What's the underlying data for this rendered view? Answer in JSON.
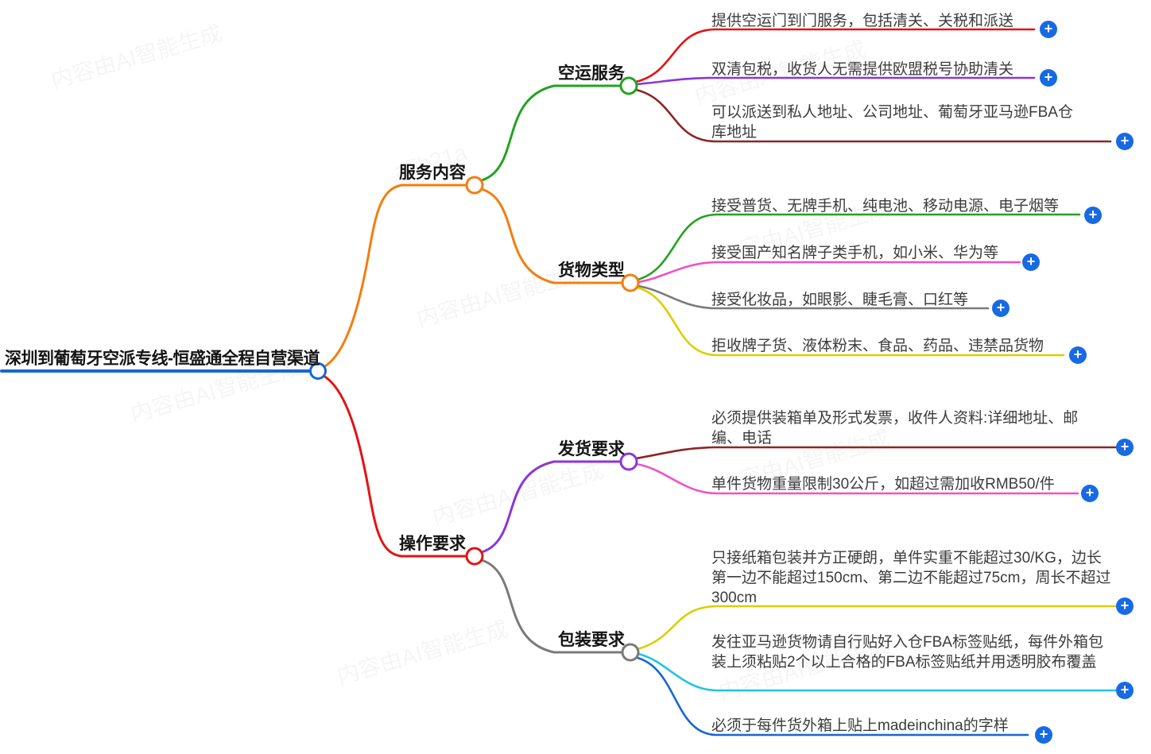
{
  "palette": {
    "blue": "#1767d2",
    "orange": "#f57d0d",
    "red": "#e31313",
    "green": "#23a31f",
    "purple": "#8b36d9",
    "dark_red": "#8e2525",
    "magenta": "#f150c8",
    "gray": "#7a7a7a",
    "yellow": "#ddce00",
    "cyan": "#1fc4e0",
    "leaf_blue": "#1767d2",
    "plus_button": "#176ae3"
  },
  "icons": {
    "plus_glyph": "+"
  },
  "watermark": {
    "text": "内容由AI智能生成",
    "code": "a5b21a"
  },
  "tree": {
    "root": "深圳到葡萄牙空派专线-恒盛通全程自营渠道",
    "branches": [
      {
        "label": "服务内容",
        "subtopics": [
          {
            "label": "空运服务",
            "items": [
              "提供空运门到门服务，包括清关、关税和派送",
              "双清包税，收货人无需提供欧盟税号协助清关",
              "可以派送到私人地址、公司地址、葡萄牙亚马逊FBA仓库地址"
            ]
          },
          {
            "label": "货物类型",
            "items": [
              "接受普货、无牌手机、纯电池、移动电源、电子烟等",
              "接受国产知名牌子类手机，如小米、华为等",
              "接受化妆品，如眼影、睫毛膏、口红等",
              "拒收牌子货、液体粉末、食品、药品、违禁品货物"
            ]
          }
        ]
      },
      {
        "label": "操作要求",
        "subtopics": [
          {
            "label": "发货要求",
            "items": [
              "必须提供装箱单及形式发票，收件人资料:详细地址、邮编、电话",
              "单件货物重量限制30公斤，如超过需加收RMB50/件"
            ]
          },
          {
            "label": "包装要求",
            "items": [
              "只接纸箱包装并方正硬朗，单件实重不能超过30/KG，边长第一边不能超过150cm、第二边不能超过75cm，周长不超过300cm",
              "发往亚马逊货物请自行贴好入仓FBA标签贴纸，每件外箱包装上须粘贴2个以上合格的FBA标签贴纸并用透明胶布覆盖",
              "必须于每件货外箱上贴上madeinchina的字样"
            ]
          }
        ]
      }
    ]
  }
}
